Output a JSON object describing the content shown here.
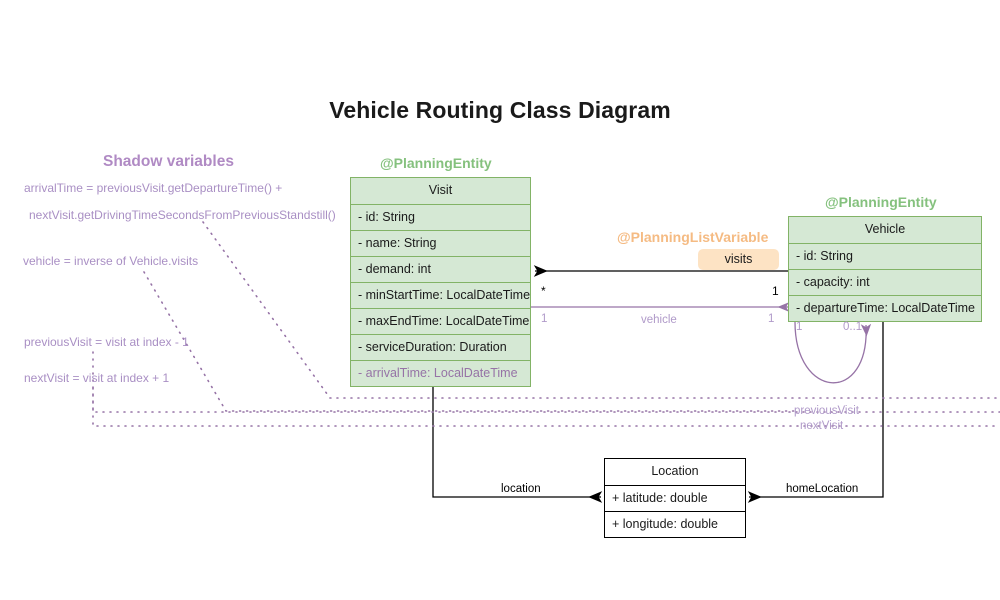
{
  "title": "Vehicle Routing Class Diagram",
  "colors": {
    "entity_fill": "#d5e8d4",
    "entity_stroke": "#82b366",
    "shadow_purple": "#9673a6",
    "stereotype_green": "#85c17e",
    "stereotype_orange": "#f5bb83",
    "badge_fill": "#fde3c4",
    "plain_stroke": "#000000"
  },
  "shadow_panel": {
    "title": "Shadow variables",
    "notes": [
      "arrivalTime = previousVisit.getDepartureTime() +",
      "nextVisit.getDrivingTimeSecondsFromPreviousStandstill()",
      "vehicle = inverse of Vehicle.visits",
      "previousVisit = visit at index - 1",
      "nextVisit = visit at index + 1"
    ]
  },
  "classes": {
    "visit": {
      "stereotype": "@PlanningEntity",
      "name": "Visit",
      "attributes": [
        {
          "text": "- id: String",
          "shadow": false
        },
        {
          "text": "- name: String",
          "shadow": false
        },
        {
          "text": "- demand: int",
          "shadow": false
        },
        {
          "text": "- minStartTime: LocalDateTime",
          "shadow": false
        },
        {
          "text": "- maxEndTime: LocalDateTime",
          "shadow": false
        },
        {
          "text": "- serviceDuration: Duration",
          "shadow": false
        },
        {
          "text": "- arrivalTime: LocalDateTime",
          "shadow": true
        }
      ]
    },
    "vehicle": {
      "stereotype": "@PlanningEntity",
      "name": "Vehicle",
      "attributes": [
        {
          "text": "- id: String",
          "shadow": false
        },
        {
          "text": "- capacity: int",
          "shadow": false
        },
        {
          "text": "- departureTime: LocalDateTime",
          "shadow": false
        }
      ]
    },
    "location": {
      "name": "Location",
      "attributes": [
        {
          "text": "+ latitude: double",
          "shadow": false
        },
        {
          "text": "+ longitude: double",
          "shadow": false
        }
      ]
    }
  },
  "relations": {
    "visits": {
      "stereotype": "@PlanningListVariable",
      "badge": "visits",
      "source_multiplicity": "*",
      "target_multiplicity": "1"
    },
    "vehicle": {
      "label": "vehicle",
      "source_multiplicity": "1",
      "target_multiplicity": "1"
    },
    "self_loop": {
      "source_multiplicity": "1",
      "target_multiplicity": "0..1",
      "label_previous": "previousVisit",
      "label_next": "nextVisit"
    },
    "location": {
      "label": "location"
    },
    "home_location": {
      "label": "homeLocation"
    }
  }
}
